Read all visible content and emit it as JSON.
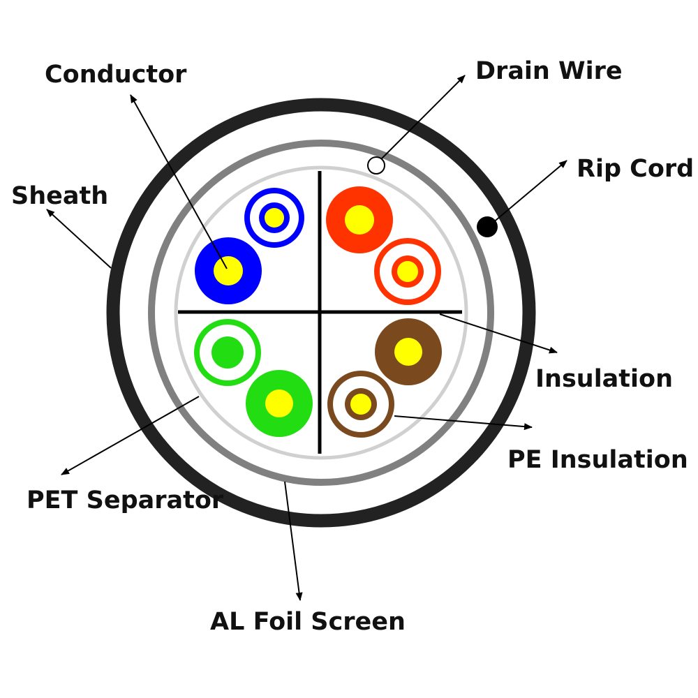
{
  "diagram": {
    "labels": {
      "conductor": "Conductor",
      "drain_wire": "Drain Wire",
      "rip_cord": "Rip Cord",
      "sheath": "Sheath",
      "insulation": "Insulation",
      "pe_insulation": "PE Insulation",
      "pet_separator": "PET Separator",
      "al_foil_screen": "AL Foil Screen"
    },
    "colors": {
      "sheath": "#222222",
      "foil": "#808080",
      "separator": "#d0d0d0",
      "cross_separator": "#000000",
      "conductor_core": "#ffff00",
      "blue": "#0000ff",
      "orange": "#ff3300",
      "green": "#22dd11",
      "brown": "#7a4a1e",
      "leader_line": "#000000"
    },
    "wire_pairs": [
      {
        "color": "blue",
        "wires": [
          "solid",
          "striped"
        ]
      },
      {
        "color": "orange",
        "wires": [
          "solid",
          "striped"
        ]
      },
      {
        "color": "green",
        "wires": [
          "solid",
          "striped"
        ]
      },
      {
        "color": "brown",
        "wires": [
          "solid",
          "striped"
        ]
      }
    ]
  }
}
